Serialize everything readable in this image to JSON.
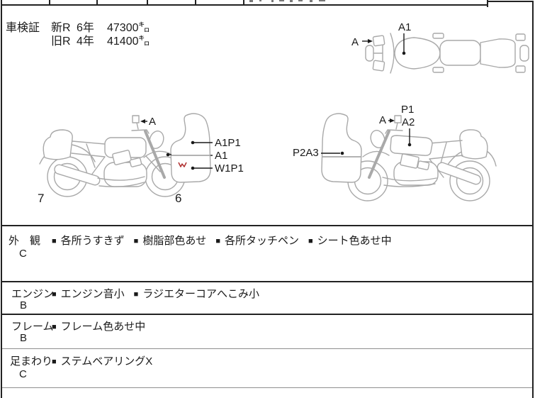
{
  "colors": {
    "ink": "#1a1a1a",
    "sketch_gray": "#a9a9a9",
    "divider_gray": "#9a9a9a",
    "damage_mark_red": "#b03030"
  },
  "shaken": {
    "label": "車検証",
    "rows": [
      {
        "era": "新R",
        "year": "6年",
        "km": "47300㌔"
      },
      {
        "era": "旧R",
        "year": "4年",
        "km": "41400㌔"
      }
    ]
  },
  "diagram_labels": {
    "top_view_a1": "A1",
    "top_view_a": "A",
    "left_a": "A",
    "left_a1p1": "A1P1",
    "left_a1": "A1",
    "left_w1p1": "W1P1",
    "left_rear_wheel_num": "7",
    "left_front_wheel_num": "6",
    "right_p1": "P1",
    "right_a2": "A2",
    "right_a": "A",
    "right_p2a3": "P2A3"
  },
  "bullet": "■",
  "sections": [
    {
      "name": "外　観",
      "grade": "C",
      "items": [
        "各所うすきず",
        "樹脂部色あせ",
        "各所タッチペン",
        "シート色あせ中"
      ]
    },
    {
      "name": "エンジン",
      "grade": "B",
      "items": [
        "エンジン音小",
        "ラジエターコアへこみ小"
      ]
    },
    {
      "name": "フレーム",
      "grade": "B",
      "items": [
        "フレーム色あせ中"
      ]
    },
    {
      "name": "足まわり",
      "grade": "C",
      "items": [
        "ステムベアリングX"
      ]
    }
  ]
}
